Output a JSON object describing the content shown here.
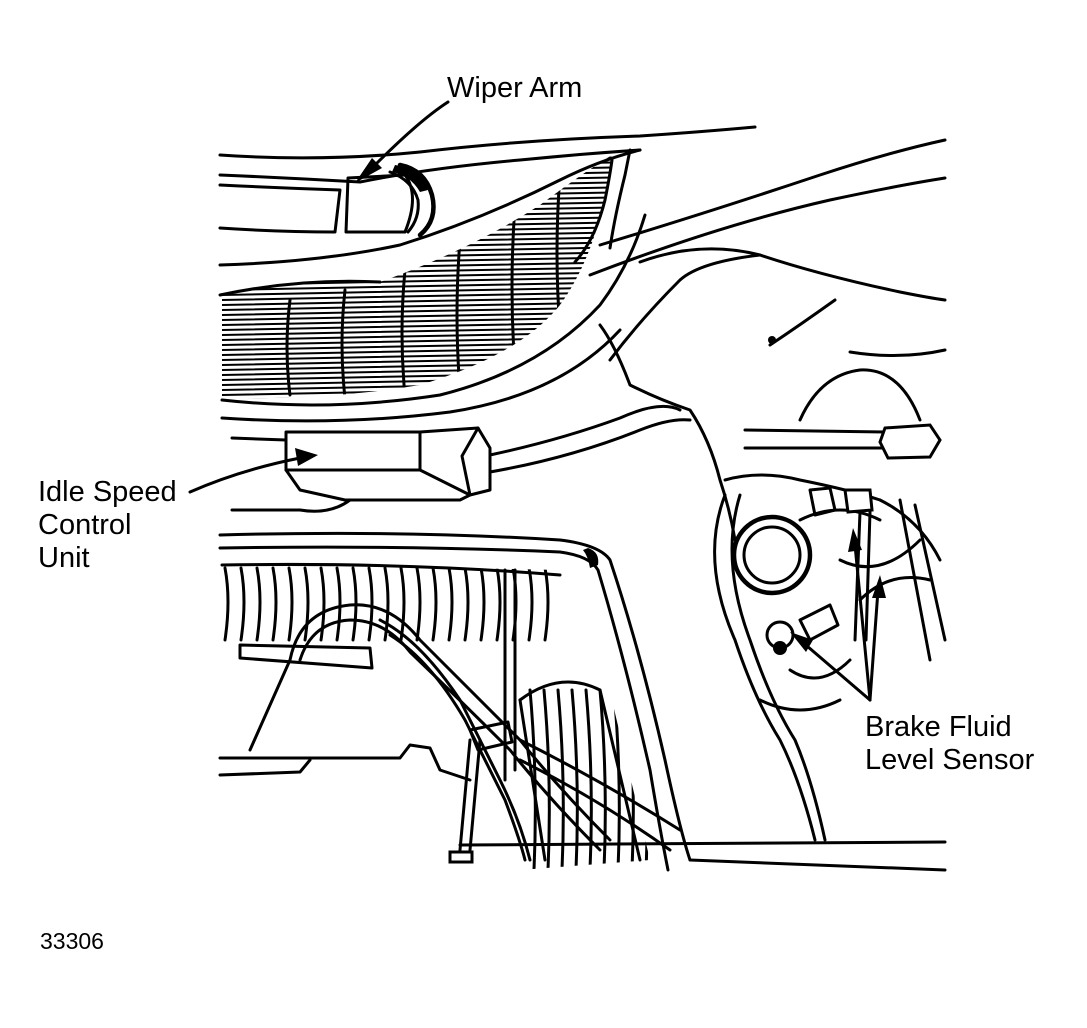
{
  "labels": {
    "wiper_arm": "Wiper Arm",
    "idle_speed": [
      "Idle Speed",
      "Control",
      "Unit"
    ],
    "brake_fluid": [
      "Brake Fluid",
      "Level Sensor"
    ],
    "figure_number": "33306"
  },
  "colors": {
    "ink": "#000000",
    "paper": "#ffffff"
  }
}
